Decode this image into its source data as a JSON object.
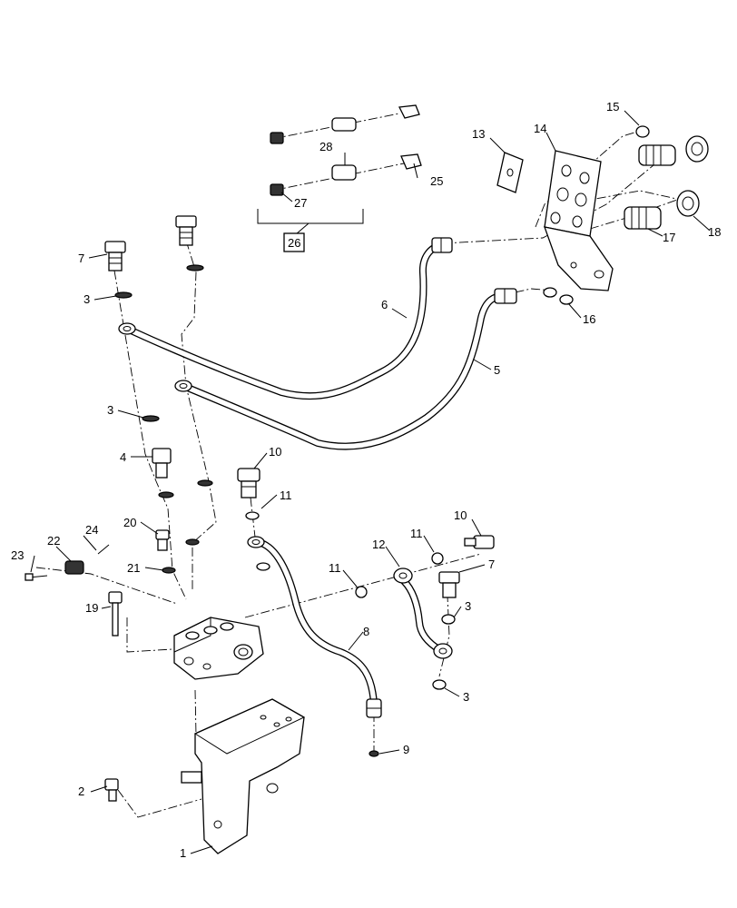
{
  "diagram": {
    "callouts": [
      "1",
      "2",
      "3",
      "3",
      "3",
      "3",
      "4",
      "5",
      "6",
      "7",
      "7",
      "8",
      "9",
      "10",
      "10",
      "11",
      "11",
      "11",
      "12",
      "13",
      "14",
      "15",
      "16",
      "17",
      "18",
      "19",
      "20",
      "21",
      "22",
      "23",
      "24",
      "25",
      "26",
      "27",
      "28"
    ],
    "kit_label": "26"
  }
}
